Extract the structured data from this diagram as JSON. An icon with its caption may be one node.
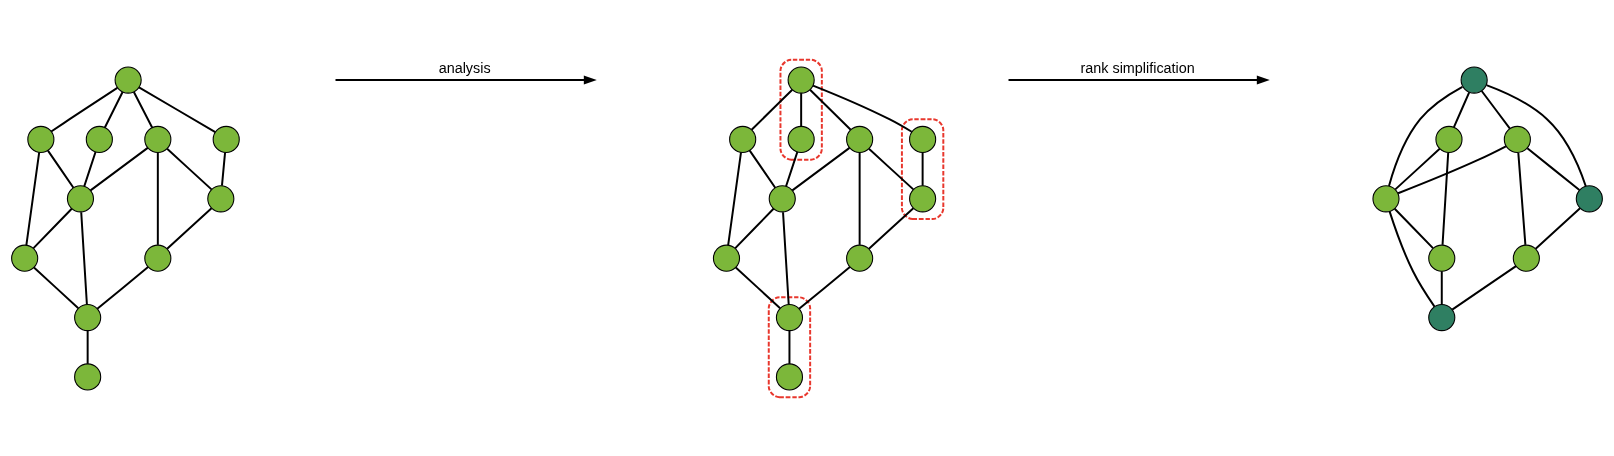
{
  "diagram": {
    "nodes": [
      {
        "text": [],
        "shape": "circle"
      },
      {
        "text": [],
        "shape": "circle"
      },
      {
        "text": [],
        "shape": "circle"
      },
      {
        "text": [],
        "shape": "circle"
      },
      {
        "text": [],
        "shape": "circle"
      },
      {
        "text": [],
        "shape": "circle"
      },
      {
        "text": [],
        "shape": "circle"
      },
      {
        "text": [],
        "shape": "circle"
      },
      {
        "text": [],
        "shape": "circle"
      },
      {
        "text": [],
        "shape": "circle"
      },
      {
        "text": [],
        "shape": "circle"
      },
      {
        "text": [],
        "shape": "box"
      },
      {
        "text": [],
        "shape": "circle",
        "in": 11
      },
      {
        "text": [],
        "shape": "circle",
        "in": 11
      },
      {
        "text": [],
        "shape": "circle"
      },
      {
        "text": [],
        "shape": "box"
      },
      {
        "text": [],
        "shape": "circle",
        "in": 15
      },
      {
        "text": [],
        "shape": "circle",
        "in": 15
      },
      {
        "text": [],
        "shape": "circle"
      },
      {
        "text": [],
        "shape": "circle"
      },
      {
        "text": [],
        "shape": "circle"
      },
      {
        "text": [],
        "shape": "box"
      },
      {
        "text": [],
        "shape": "circle",
        "in": 21
      },
      {
        "text": [],
        "shape": "circle",
        "in": 21
      },
      {
        "text": [],
        "shape": "circle"
      },
      {
        "text": [],
        "shape": "circle"
      },
      {
        "text": [],
        "shape": "circle"
      },
      {
        "text": [],
        "shape": "circle"
      },
      {
        "text": [],
        "shape": "circle"
      },
      {
        "text": [],
        "shape": "circle"
      },
      {
        "text": [],
        "shape": "circle"
      },
      {
        "text": [],
        "shape": "circle"
      },
      {
        "text": [],
        "shape": "circle"
      }
    ],
    "edges": [
      {
        "from": 0,
        "to": 1,
        "arrow": "none"
      },
      {
        "from": 0,
        "to": 2,
        "arrow": "none"
      },
      {
        "from": 0,
        "to": 3,
        "arrow": "none"
      },
      {
        "from": 0,
        "to": 4,
        "arrow": "none"
      },
      {
        "from": 2,
        "to": 5,
        "arrow": "none"
      },
      {
        "from": 1,
        "to": 5,
        "arrow": "none"
      },
      {
        "from": 1,
        "to": 6,
        "arrow": "none"
      },
      {
        "from": 3,
        "to": 7,
        "arrow": "none"
      },
      {
        "from": 4,
        "to": 7,
        "arrow": "none"
      },
      {
        "from": 4,
        "to": 5,
        "arrow": "none"
      },
      {
        "from": 4,
        "to": 9,
        "arrow": "none"
      },
      {
        "from": 5,
        "to": 6,
        "arrow": "none"
      },
      {
        "from": 5,
        "to": 8,
        "arrow": "none"
      },
      {
        "from": 6,
        "to": 8,
        "arrow": "none"
      },
      {
        "from": 7,
        "to": 9,
        "arrow": "none"
      },
      {
        "from": 9,
        "to": 8,
        "arrow": "none"
      },
      {
        "from": 8,
        "to": 10,
        "arrow": "none"
      },
      {
        "from": 12,
        "to": 14,
        "arrow": "none"
      },
      {
        "from": 12,
        "to": 13,
        "arrow": "none"
      },
      {
        "from": 12,
        "to": 16,
        "arrow": "none"
      },
      {
        "from": 12,
        "to": 18,
        "arrow": "none"
      },
      {
        "from": 13,
        "to": 19,
        "arrow": "none"
      },
      {
        "from": 14,
        "to": 19,
        "arrow": "none"
      },
      {
        "from": 14,
        "to": 20,
        "arrow": "none"
      },
      {
        "from": 16,
        "to": 17,
        "arrow": "none"
      },
      {
        "from": 18,
        "to": 17,
        "arrow": "none"
      },
      {
        "from": 18,
        "to": 19,
        "arrow": "none"
      },
      {
        "from": 18,
        "to": 24,
        "arrow": "none"
      },
      {
        "from": 19,
        "to": 20,
        "arrow": "none"
      },
      {
        "from": 19,
        "to": 22,
        "arrow": "none"
      },
      {
        "from": 20,
        "to": 22,
        "arrow": "none"
      },
      {
        "from": 17,
        "to": 24,
        "arrow": "none"
      },
      {
        "from": 24,
        "to": 22,
        "arrow": "none"
      },
      {
        "from": 22,
        "to": 23,
        "arrow": "none"
      },
      {
        "from": 25,
        "to": 26,
        "arrow": "none"
      },
      {
        "from": 25,
        "to": 27,
        "arrow": "none"
      },
      {
        "from": 25,
        "to": 30,
        "arrow": "none"
      },
      {
        "from": 25,
        "to": 28,
        "arrow": "none"
      },
      {
        "from": 26,
        "to": 28,
        "arrow": "none"
      },
      {
        "from": 26,
        "to": 29,
        "arrow": "none"
      },
      {
        "from": 27,
        "to": 30,
        "arrow": "none"
      },
      {
        "from": 27,
        "to": 28,
        "arrow": "none"
      },
      {
        "from": 27,
        "to": 32,
        "arrow": "none"
      },
      {
        "from": 28,
        "to": 29,
        "arrow": "none"
      },
      {
        "from": 28,
        "to": 31,
        "arrow": "none"
      },
      {
        "from": 29,
        "to": 31,
        "arrow": "none"
      },
      {
        "from": 30,
        "to": 32,
        "arrow": "none"
      },
      {
        "from": 32,
        "to": 31,
        "arrow": "none"
      }
    ],
    "labels": [
      "analysis",
      "rank simplification"
    ]
  }
}
